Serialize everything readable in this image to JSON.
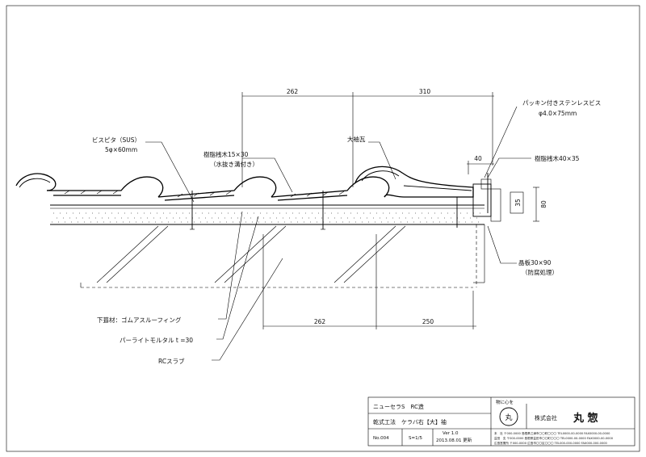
{
  "dimensions": {
    "top_left": "262",
    "top_right": "310",
    "eave_width": "40",
    "height_35": "35",
    "height_80": "80",
    "bottom_left": "262",
    "bottom_right": "250"
  },
  "labels": {
    "screw_spec": "ビスピタ（SUS）",
    "screw_size": "5φ×60mm",
    "batten": "樹脂桟木15×30",
    "batten_note": "（水抜き溝付き）",
    "ridge_tile": "大袖瓦",
    "packing_screw": "パッキン付きステンレスビス",
    "packing_screw_size": "φ4.0×75mm",
    "resin_batten": "樹脂桟木40×35",
    "crystal_board": "晶板30×90",
    "crystal_board_note": "（防腐処理）",
    "underlay": "下葺材：ゴムアスルーフィング",
    "mortar": "パーライトモルタル t =30",
    "slab": "RCスラブ"
  },
  "title_block": {
    "product": "ニューセラS　RC造",
    "method": "乾式工法　ケラバ右【大】袖",
    "number": "No.004",
    "scale": "S=1/5",
    "version": "Ver 1.0",
    "date": "2013.08.01 更新",
    "motto": "物に心を",
    "logo_char": "丸",
    "company_prefix": "株式会社",
    "company_name": "丸 惣",
    "contact_lines": [
      "本　社 〒000-0000 島根県江津市〇〇町〇〇〇 TEL0000-00-0000 FAX0000-00-0000",
      "益田　支 〒000-0000 島根県益田市〇〇町〇〇〇 TEL0000-00-0000 FAX0000-00-0000",
      "広島営業所 〒000-0000 広島市〇〇区〇〇〇 TEL000-000-0000 FAX000-000-0000"
    ]
  }
}
